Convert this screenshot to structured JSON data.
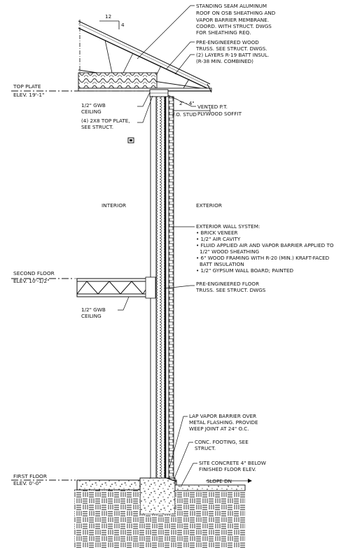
{
  "roof": {
    "pitch_run": "12",
    "pitch_rise": "4",
    "roofing_note": [
      "STANDING SEAM ALUMINUM",
      "ROOF ON OSB SHEATHING AND",
      "VAPOR BARRIER MEMBRANE.",
      "COORD. WITH STRUCT. DWGS",
      "FOR SHEATHING REQ."
    ],
    "truss_note": [
      "PRE-ENGINEERED WOOD",
      "TRUSS. SEE STRUCT. DWGS."
    ],
    "insulation_note": [
      "(2) LAYERS R-19 BATT INSUL.",
      "(R-38 MIN. COMBINED)"
    ],
    "overhang_dim": "2' - 4\"",
    "soffit_note": [
      "VENTED P.T.",
      "PLYWOOD SOFFIT"
    ],
    "stud_note": "F.O. STUD"
  },
  "levels": {
    "top_plate": [
      "TOP PLATE",
      "ELEV. 19'-1\""
    ],
    "second_floor": [
      "SECOND FLOOR",
      "ELEV. 10'-1/2\""
    ],
    "first_floor": [
      "FIRST FLOOR",
      "ELEV. 0'-0\""
    ]
  },
  "interior_notes": {
    "upper_ceiling": [
      "1/2\" GWB",
      "CEILING"
    ],
    "top_plate": [
      "(4) 2X8 TOP PLATE,",
      "SEE STRUCT."
    ],
    "lower_ceiling": [
      "1/2\" GWB",
      "CEILING"
    ]
  },
  "zones": {
    "interior": "INTERIOR",
    "exterior": "EXTERIOR"
  },
  "wall_system": {
    "title": "EXTERIOR WALL SYSTEM:",
    "items": [
      [
        "• BRICK VENEER"
      ],
      [
        "• 1/2\" AIR CAVITY"
      ],
      [
        "• FLUID APPLIED AIR AND VAPOR BARRIER APPLIED TO",
        "1/2\" WOOD SHEATHING"
      ],
      [
        "• 6\" WOOD FRAMING WITH R-20 (MIN.) KRAFT-FACED",
        "BATT INSULATION"
      ],
      [
        "• 1/2\" GYPSUM WALL BOARD; PAINTED"
      ]
    ]
  },
  "floor_truss_note": [
    "PRE-ENGINEERED FLOOR",
    "TRUSS. SEE STRUCT. DWGS"
  ],
  "foundation": {
    "flashing_note": [
      "LAP VAPOR BARRIER OVER",
      "METAL FLASHING. PROVIDE",
      "WEEP JOINT AT 24\" O.C."
    ],
    "footing_note": [
      "CONC. FOOTING, SEE",
      "STRUCT."
    ],
    "site_note": [
      "SITE CONCRETE 4\" BELOW",
      "FINISHED FLOOR ELEV."
    ],
    "slope_label": "SLOPE DN"
  }
}
